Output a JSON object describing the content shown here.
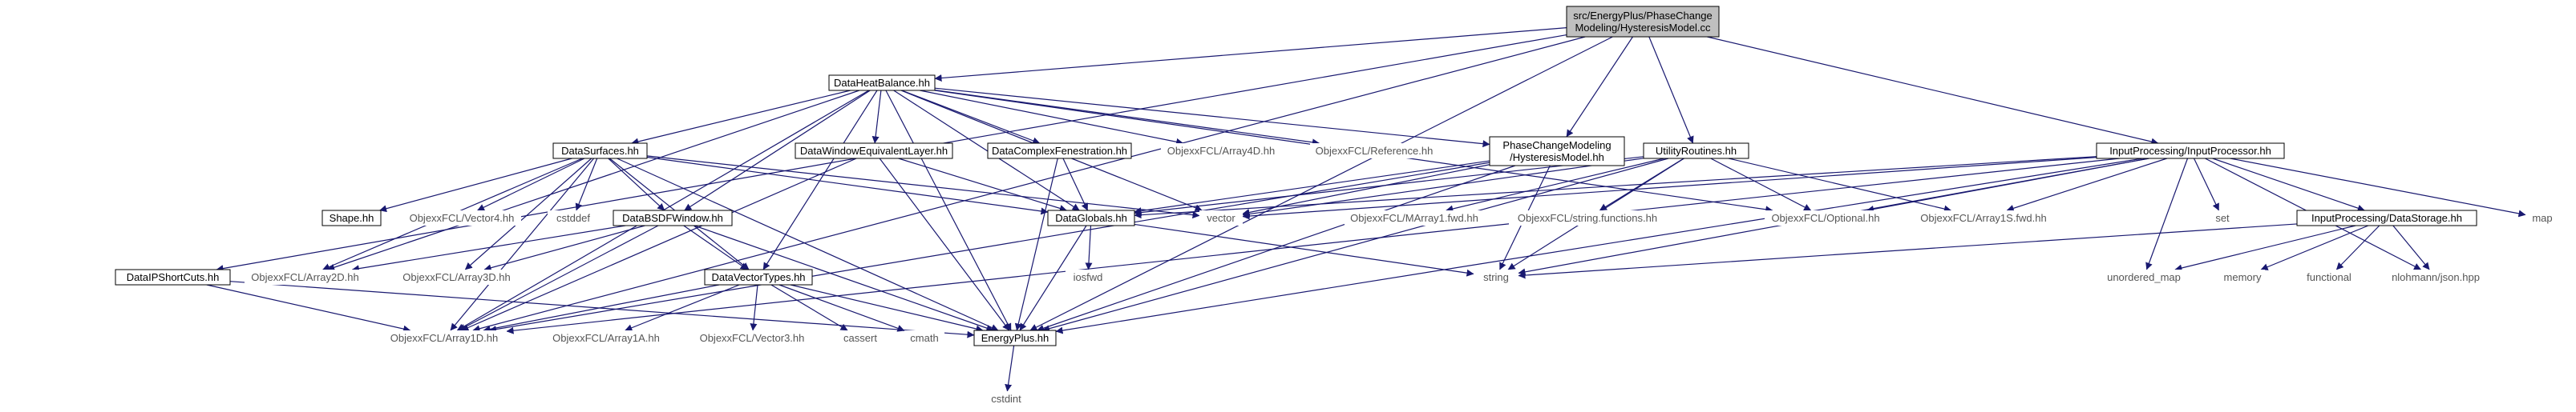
{
  "colors": {
    "edge": "#191970",
    "boxed_border": "#000000",
    "root_fill": "#bfbfbf",
    "plain_text": "#555555",
    "boxed_text": "#000000"
  },
  "nodes": [
    {
      "id": "root",
      "lines": [
        "src/EnergyPlus/PhaseChange",
        "Modeling/HysteresisModel.cc"
      ],
      "kind": "root"
    },
    {
      "id": "DataHeatBalance",
      "lines": [
        "DataHeatBalance.hh"
      ],
      "kind": "boxed"
    },
    {
      "id": "DataSurfaces",
      "lines": [
        "DataSurfaces.hh"
      ],
      "kind": "boxed"
    },
    {
      "id": "DataWindowEquivalentLayer",
      "lines": [
        "DataWindowEquivalentLayer.hh"
      ],
      "kind": "boxed"
    },
    {
      "id": "DataComplexFenestration",
      "lines": [
        "DataComplexFenestration.hh"
      ],
      "kind": "boxed"
    },
    {
      "id": "Array4D",
      "lines": [
        "ObjexxFCL/Array4D.hh"
      ],
      "kind": "plain"
    },
    {
      "id": "Reference",
      "lines": [
        "ObjexxFCL/Reference.hh"
      ],
      "kind": "plain"
    },
    {
      "id": "HysteresisModel_hh",
      "lines": [
        "PhaseChangeModeling",
        "/HysteresisModel.hh"
      ],
      "kind": "boxed"
    },
    {
      "id": "UtilityRoutines",
      "lines": [
        "UtilityRoutines.hh"
      ],
      "kind": "boxed"
    },
    {
      "id": "InputProcessor",
      "lines": [
        "InputProcessing/InputProcessor.hh"
      ],
      "kind": "boxed"
    },
    {
      "id": "Shape",
      "lines": [
        "Shape.hh"
      ],
      "kind": "boxed"
    },
    {
      "id": "Vector4",
      "lines": [
        "ObjexxFCL/Vector4.hh"
      ],
      "kind": "plain"
    },
    {
      "id": "cstddef",
      "lines": [
        "cstddef"
      ],
      "kind": "plain"
    },
    {
      "id": "DataBSDFWindow",
      "lines": [
        "DataBSDFWindow.hh"
      ],
      "kind": "boxed"
    },
    {
      "id": "DataGlobals",
      "lines": [
        "DataGlobals.hh"
      ],
      "kind": "boxed"
    },
    {
      "id": "vector",
      "lines": [
        "vector"
      ],
      "kind": "plain"
    },
    {
      "id": "MArray1fwd",
      "lines": [
        "ObjexxFCL/MArray1.fwd.hh"
      ],
      "kind": "plain"
    },
    {
      "id": "stringfunctions",
      "lines": [
        "ObjexxFCL/string.functions.hh"
      ],
      "kind": "plain"
    },
    {
      "id": "Optional",
      "lines": [
        "ObjexxFCL/Optional.hh"
      ],
      "kind": "plain"
    },
    {
      "id": "Array1Sfwd",
      "lines": [
        "ObjexxFCL/Array1S.fwd.hh"
      ],
      "kind": "plain"
    },
    {
      "id": "set",
      "lines": [
        "set"
      ],
      "kind": "plain"
    },
    {
      "id": "DataStorage",
      "lines": [
        "InputProcessing/DataStorage.hh"
      ],
      "kind": "boxed"
    },
    {
      "id": "map",
      "lines": [
        "map"
      ],
      "kind": "plain"
    },
    {
      "id": "DataIPShortCuts",
      "lines": [
        "DataIPShortCuts.hh"
      ],
      "kind": "boxed"
    },
    {
      "id": "Array2D",
      "lines": [
        "ObjexxFCL/Array2D.hh"
      ],
      "kind": "plain"
    },
    {
      "id": "Array3D",
      "lines": [
        "ObjexxFCL/Array3D.hh"
      ],
      "kind": "plain"
    },
    {
      "id": "DataVectorTypes",
      "lines": [
        "DataVectorTypes.hh"
      ],
      "kind": "boxed"
    },
    {
      "id": "iosfwd",
      "lines": [
        "iosfwd"
      ],
      "kind": "plain"
    },
    {
      "id": "string",
      "lines": [
        "string"
      ],
      "kind": "plain"
    },
    {
      "id": "unordered_map",
      "lines": [
        "unordered_map"
      ],
      "kind": "plain"
    },
    {
      "id": "memory",
      "lines": [
        "memory"
      ],
      "kind": "plain"
    },
    {
      "id": "functional",
      "lines": [
        "functional"
      ],
      "kind": "plain"
    },
    {
      "id": "json",
      "lines": [
        "nlohmann/json.hpp"
      ],
      "kind": "plain"
    },
    {
      "id": "Array1D",
      "lines": [
        "ObjexxFCL/Array1D.hh"
      ],
      "kind": "plain"
    },
    {
      "id": "Array1A",
      "lines": [
        "ObjexxFCL/Array1A.hh"
      ],
      "kind": "plain"
    },
    {
      "id": "Vector3",
      "lines": [
        "ObjexxFCL/Vector3.hh"
      ],
      "kind": "plain"
    },
    {
      "id": "cassert",
      "lines": [
        "cassert"
      ],
      "kind": "plain"
    },
    {
      "id": "cmath",
      "lines": [
        "cmath"
      ],
      "kind": "plain"
    },
    {
      "id": "EnergyPlus",
      "lines": [
        "EnergyPlus.hh"
      ],
      "kind": "boxed"
    },
    {
      "id": "cstdint",
      "lines": [
        "cstdint"
      ],
      "kind": "plain"
    }
  ],
  "edges": [
    [
      "root",
      "DataHeatBalance"
    ],
    [
      "root",
      "HysteresisModel_hh"
    ],
    [
      "root",
      "UtilityRoutines"
    ],
    [
      "root",
      "InputProcessor"
    ],
    [
      "root",
      "DataIPShortCuts"
    ],
    [
      "root",
      "Array1D"
    ],
    [
      "root",
      "EnergyPlus"
    ],
    [
      "DataHeatBalance",
      "DataSurfaces"
    ],
    [
      "DataHeatBalance",
      "DataWindowEquivalentLayer"
    ],
    [
      "DataHeatBalance",
      "DataComplexFenestration"
    ],
    [
      "DataHeatBalance",
      "Array4D"
    ],
    [
      "DataHeatBalance",
      "Reference"
    ],
    [
      "DataHeatBalance",
      "HysteresisModel_hh"
    ],
    [
      "DataHeatBalance",
      "DataBSDFWindow"
    ],
    [
      "DataHeatBalance",
      "DataGlobals"
    ],
    [
      "DataHeatBalance",
      "Optional"
    ],
    [
      "DataHeatBalance",
      "Array2D"
    ],
    [
      "DataHeatBalance",
      "DataVectorTypes"
    ],
    [
      "DataHeatBalance",
      "Array1D"
    ],
    [
      "DataHeatBalance",
      "EnergyPlus"
    ],
    [
      "DataHeatBalance",
      "vector"
    ],
    [
      "DataSurfaces",
      "Shape"
    ],
    [
      "DataSurfaces",
      "Vector4"
    ],
    [
      "DataSurfaces",
      "cstddef"
    ],
    [
      "DataSurfaces",
      "DataBSDFWindow"
    ],
    [
      "DataSurfaces",
      "DataGlobals"
    ],
    [
      "DataSurfaces",
      "vector"
    ],
    [
      "DataSurfaces",
      "Array2D"
    ],
    [
      "DataSurfaces",
      "Array3D"
    ],
    [
      "DataSurfaces",
      "DataVectorTypes"
    ],
    [
      "DataSurfaces",
      "Array1D"
    ],
    [
      "DataSurfaces",
      "EnergyPlus"
    ],
    [
      "DataWindowEquivalentLayer",
      "DataGlobals"
    ],
    [
      "DataWindowEquivalentLayer",
      "Array1D"
    ],
    [
      "DataWindowEquivalentLayer",
      "EnergyPlus"
    ],
    [
      "DataComplexFenestration",
      "DataGlobals"
    ],
    [
      "DataComplexFenestration",
      "EnergyPlus"
    ],
    [
      "HysteresisModel_hh",
      "DataGlobals"
    ],
    [
      "HysteresisModel_hh",
      "vector"
    ],
    [
      "HysteresisModel_hh",
      "string"
    ],
    [
      "HysteresisModel_hh",
      "Array1D"
    ],
    [
      "HysteresisModel_hh",
      "EnergyPlus"
    ],
    [
      "UtilityRoutines",
      "DataGlobals"
    ],
    [
      "UtilityRoutines",
      "vector"
    ],
    [
      "UtilityRoutines",
      "MArray1fwd"
    ],
    [
      "UtilityRoutines",
      "stringfunctions"
    ],
    [
      "UtilityRoutines",
      "Optional"
    ],
    [
      "UtilityRoutines",
      "Array1Sfwd"
    ],
    [
      "UtilityRoutines",
      "string"
    ],
    [
      "UtilityRoutines",
      "EnergyPlus"
    ],
    [
      "InputProcessor",
      "DataGlobals"
    ],
    [
      "InputProcessor",
      "vector"
    ],
    [
      "InputProcessor",
      "Optional"
    ],
    [
      "InputProcessor",
      "Array1Sfwd"
    ],
    [
      "InputProcessor",
      "set"
    ],
    [
      "InputProcessor",
      "DataStorage"
    ],
    [
      "InputProcessor",
      "map"
    ],
    [
      "InputProcessor",
      "string"
    ],
    [
      "InputProcessor",
      "unordered_map"
    ],
    [
      "InputProcessor",
      "json"
    ],
    [
      "InputProcessor",
      "Array1D"
    ],
    [
      "InputProcessor",
      "EnergyPlus"
    ],
    [
      "DataBSDFWindow",
      "DataVectorTypes"
    ],
    [
      "DataBSDFWindow",
      "Array2D"
    ],
    [
      "DataBSDFWindow",
      "Array3D"
    ],
    [
      "DataBSDFWindow",
      "Array1D"
    ],
    [
      "DataBSDFWindow",
      "EnergyPlus"
    ],
    [
      "DataGlobals",
      "iosfwd"
    ],
    [
      "DataGlobals",
      "string"
    ],
    [
      "DataGlobals",
      "EnergyPlus"
    ],
    [
      "DataStorage",
      "string"
    ],
    [
      "DataStorage",
      "unordered_map"
    ],
    [
      "DataStorage",
      "memory"
    ],
    [
      "DataStorage",
      "functional"
    ],
    [
      "DataStorage",
      "json"
    ],
    [
      "DataIPShortCuts",
      "Array1D"
    ],
    [
      "DataIPShortCuts",
      "EnergyPlus"
    ],
    [
      "DataVectorTypes",
      "Array1D"
    ],
    [
      "DataVectorTypes",
      "Array1A"
    ],
    [
      "DataVectorTypes",
      "Vector3"
    ],
    [
      "DataVectorTypes",
      "cassert"
    ],
    [
      "DataVectorTypes",
      "cmath"
    ],
    [
      "DataVectorTypes",
      "EnergyPlus"
    ],
    [
      "EnergyPlus",
      "cstdint"
    ]
  ]
}
